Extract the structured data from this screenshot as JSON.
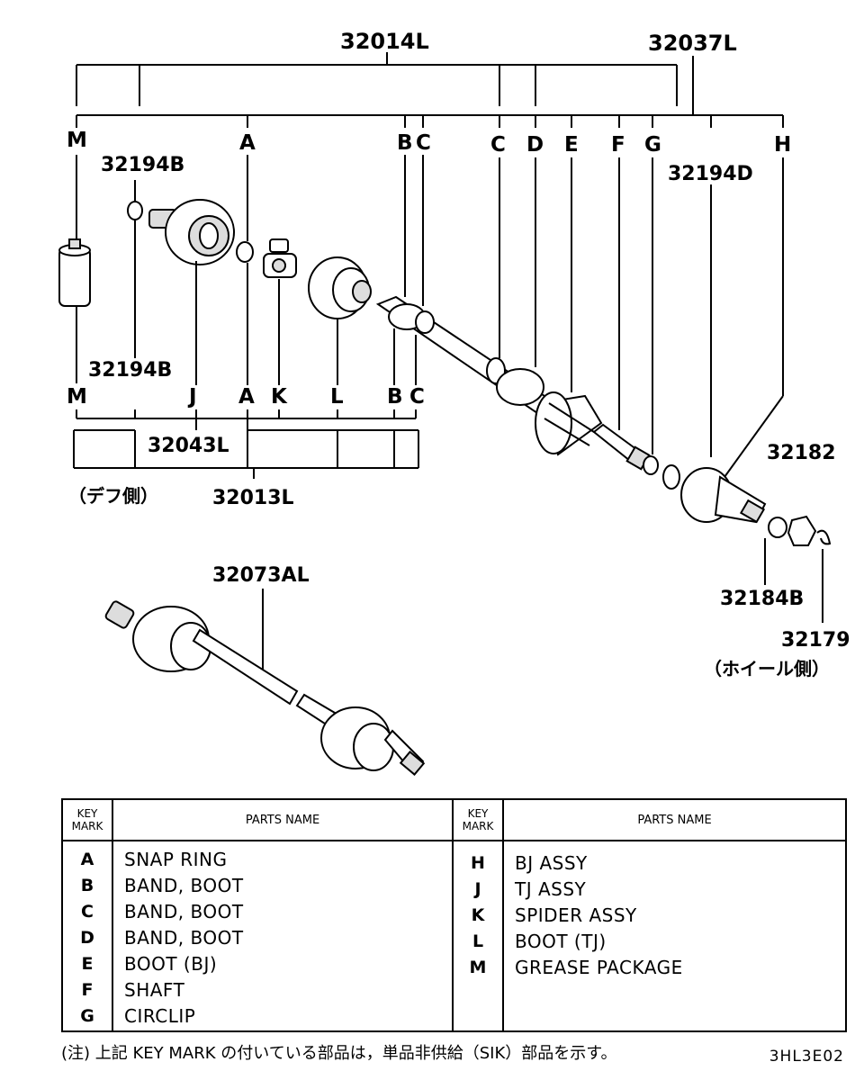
{
  "callouts": {
    "assy_left": "32014L",
    "assy_right": "32037L",
    "ring_top": "32194B",
    "ring_mid": "32194B",
    "seal_right": "32194D",
    "tj_assy": "32043L",
    "boot_kit": "32013L",
    "nut": "32182",
    "washer": "32184B",
    "pin": "32179",
    "complete_shaft": "32073AL"
  },
  "side_labels": {
    "diff": "（デフ側）",
    "wheel": "（ホイール側）"
  },
  "key_marks": {
    "top": [
      "M",
      "A",
      "B",
      "C",
      "C",
      "D",
      "E",
      "F",
      "G",
      "H"
    ],
    "bottom": [
      "M",
      "J",
      "A",
      "K",
      "L",
      "B",
      "C"
    ]
  },
  "table": {
    "header_key_line1": "KEY",
    "header_key_line2": "MARK",
    "header_name": "PARTS NAME",
    "left": [
      {
        "key": "A",
        "name": "SNAP RING"
      },
      {
        "key": "B",
        "name": "BAND, BOOT"
      },
      {
        "key": "C",
        "name": "BAND, BOOT"
      },
      {
        "key": "D",
        "name": "BAND, BOOT"
      },
      {
        "key": "E",
        "name": "BOOT (BJ)"
      },
      {
        "key": "F",
        "name": "SHAFT"
      },
      {
        "key": "G",
        "name": "CIRCLIP"
      }
    ],
    "right": [
      {
        "key": "H",
        "name": "BJ ASSY"
      },
      {
        "key": "J",
        "name": "TJ ASSY"
      },
      {
        "key": "K",
        "name": "SPIDER ASSY"
      },
      {
        "key": "L",
        "name": "BOOT (TJ)"
      },
      {
        "key": "M",
        "name": "GREASE PACKAGE"
      }
    ]
  },
  "note": "(注) 上記 KEY MARK の付いている部品は，単品非供給（SIK）部品を示す。",
  "figure_code": "3HL3E02"
}
